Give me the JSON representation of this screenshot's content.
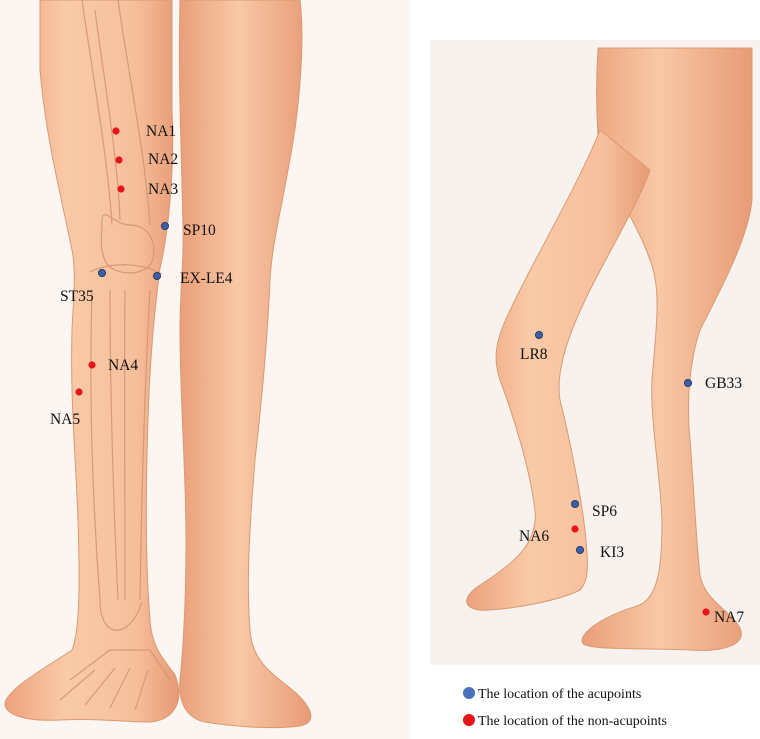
{
  "colors": {
    "acupoint": "#3a5fa8",
    "non_acupoint": "#e8141b",
    "skin": "#f7c4a0",
    "skin_shade": "#eba883",
    "bone_line": "#d99a72",
    "label_text": "#111111"
  },
  "front_view": {
    "points": [
      {
        "label": "NA1",
        "kind": "non_acupoint"
      },
      {
        "label": "NA2",
        "kind": "non_acupoint"
      },
      {
        "label": "NA3",
        "kind": "non_acupoint"
      },
      {
        "label": "SP10",
        "kind": "acupoint"
      },
      {
        "label": "EX-LE4",
        "kind": "acupoint"
      },
      {
        "label": "ST35",
        "kind": "acupoint"
      },
      {
        "label": "NA4",
        "kind": "non_acupoint"
      },
      {
        "label": "NA5",
        "kind": "non_acupoint"
      }
    ]
  },
  "side_view": {
    "points": [
      {
        "label": "LR8",
        "kind": "acupoint"
      },
      {
        "label": "GB33",
        "kind": "acupoint"
      },
      {
        "label": "SP6",
        "kind": "acupoint"
      },
      {
        "label": "NA6",
        "kind": "non_acupoint"
      },
      {
        "label": "KI3",
        "kind": "acupoint"
      },
      {
        "label": "NA7",
        "kind": "non_acupoint"
      }
    ]
  },
  "legend": {
    "acupoint_label": "The location of the acupoints",
    "non_acupoint_label": "The location of the non-acupoints"
  }
}
